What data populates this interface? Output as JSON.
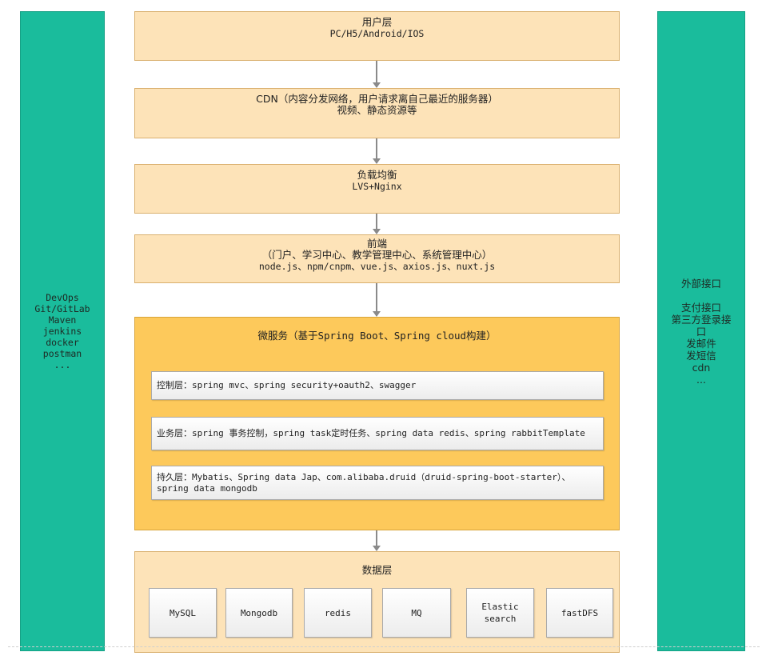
{
  "left_panel": {
    "lines": [
      "DevOps",
      "Git/GitLab",
      "Maven",
      "jenkins",
      "docker",
      "postman",
      "..."
    ]
  },
  "right_panel": {
    "title": "外部接口",
    "lines": [
      "支付接口",
      "第三方登录接",
      "口",
      "发邮件",
      "发短信",
      "cdn",
      "..."
    ]
  },
  "user_layer": {
    "title": "用户层",
    "subtitle": "PC/H5/Android/IOS"
  },
  "cdn_layer": {
    "title": "CDN（内容分发网络，用户请求离自己最近的服务器）",
    "subtitle": "视频、静态资源等"
  },
  "lb_layer": {
    "title": "负载均衡",
    "subtitle": "LVS+Nginx"
  },
  "fe_layer": {
    "title": "前端",
    "subtitle": "（门户、学习中心、教学管理中心、系统管理中心）",
    "tech": "node.js、npm/cnpm、vue.js、axios.js、nuxt.js"
  },
  "micro_layer": {
    "title": "微服务（基于Spring Boot、Spring cloud构建）",
    "controller": "控制层：spring mvc、spring security+oauth2、swagger",
    "service": "业务层：spring 事务控制，spring task定时任务、spring data redis、spring rabbitTemplate",
    "persistence": "持久层：Mybatis、Spring data Jap、com.alibaba.druid（druid-spring-boot-starter）、spring data mongodb"
  },
  "data_layer": {
    "title": "数据层",
    "stores": [
      "MySQL",
      "Mongodb",
      "redis",
      "MQ",
      "Elastic\nsearch",
      "fastDFS"
    ]
  },
  "colors": {
    "side_panel": "#1abc9c",
    "layer": "#fde3b8",
    "micro_layer": "#fdc95b"
  }
}
